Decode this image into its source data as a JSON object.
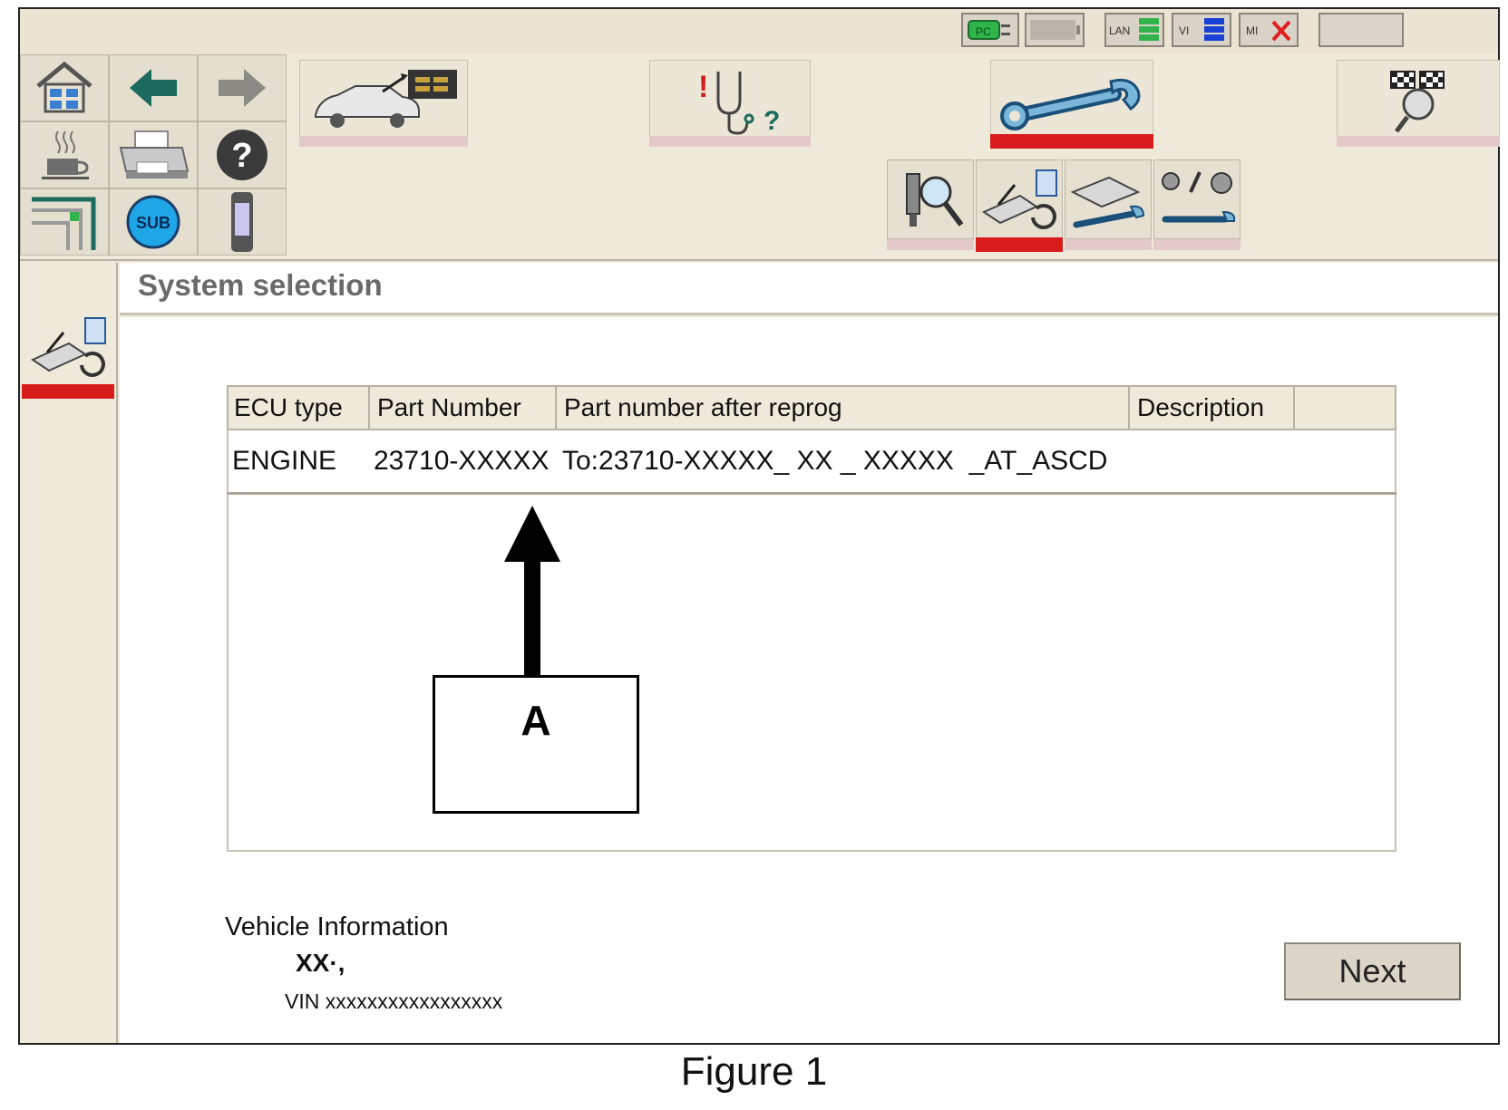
{
  "status_indicators": [
    {
      "name": "pc-indicator",
      "label": "PC",
      "color": "#2fb34a"
    },
    {
      "name": "battery-indicator",
      "label": "",
      "color": "#b9b5ab"
    },
    {
      "name": "lan-indicator",
      "label": "LAN",
      "color": "#2fb34a"
    },
    {
      "name": "vi-indicator",
      "label": "VI",
      "color": "#1a3fd6"
    },
    {
      "name": "mi-indicator",
      "label": "MI",
      "color": "#e02020"
    }
  ],
  "toolbar": {
    "sub_button_label": "SUB"
  },
  "page": {
    "title": "System selection"
  },
  "table": {
    "headers": [
      "ECU type",
      "Part Number",
      "Part number after reprog",
      "Description"
    ],
    "rows": [
      {
        "ecu_type": "ENGINE",
        "part_number": "23710-XXXXX",
        "after_reprog": "To:23710-XXXXX_ XX _ XXXXX  _AT_ASCD",
        "description": ""
      }
    ]
  },
  "callout": {
    "label": "A"
  },
  "vehicle": {
    "heading": "Vehicle Information",
    "model": "XX·,",
    "vin": "VIN xxxxxxxxxxxxxxxxx"
  },
  "buttons": {
    "next": "Next"
  },
  "figure": {
    "caption": "Figure 1"
  },
  "colors": {
    "selected_underline": "#d81c1c",
    "unselected_underline": "#e4c9cb",
    "panel_background": "#efe9d9"
  }
}
